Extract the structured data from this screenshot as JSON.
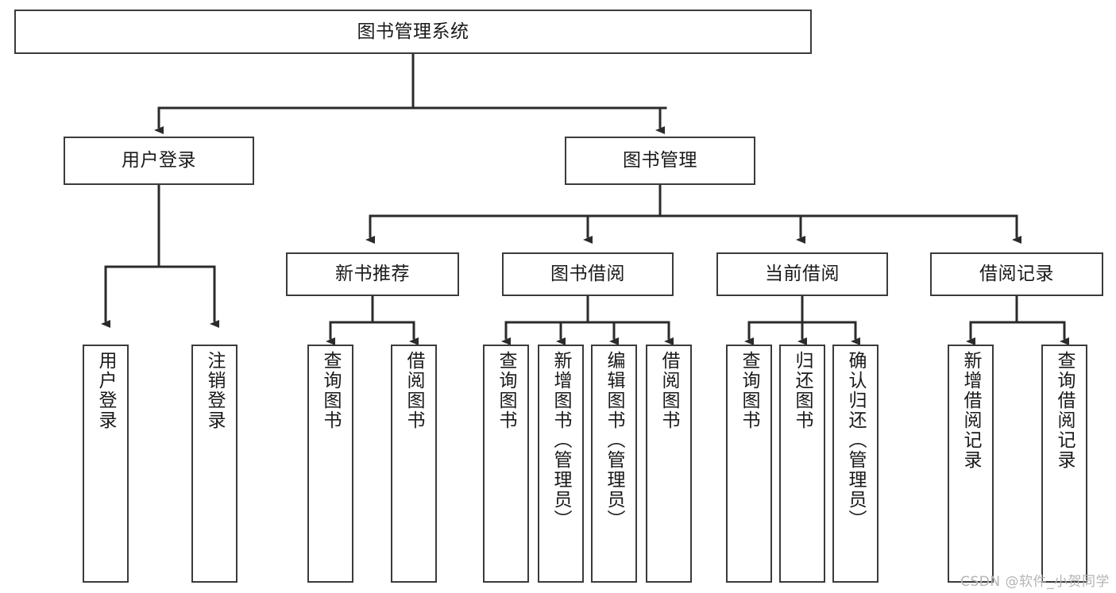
{
  "diagram": {
    "title": "图书管理系统",
    "type": "tree-hierarchy",
    "watermark": "CSDN @软件_小贺同学",
    "colors": {
      "node_border": "#3b3b3b",
      "node_fill": "#ffffff",
      "edge": "#2b2b2b",
      "text": "#1a1a1a",
      "watermark": "#b4b4b4",
      "background": "#ffffff"
    },
    "root": {
      "id": "root",
      "label": "图书管理系统"
    },
    "level2": [
      {
        "id": "user-login",
        "label": "用户登录"
      },
      {
        "id": "book-manage",
        "label": "图书管理"
      }
    ],
    "level3": [
      {
        "id": "new-book-recommend",
        "label": "新书推荐",
        "parent": "book-manage"
      },
      {
        "id": "book-borrow",
        "label": "图书借阅",
        "parent": "book-manage"
      },
      {
        "id": "current-borrow",
        "label": "当前借阅",
        "parent": "book-manage"
      },
      {
        "id": "borrow-record",
        "label": "借阅记录",
        "parent": "book-manage"
      }
    ],
    "leaves": [
      {
        "id": "leaf-user-login",
        "label": "用户登录",
        "parent": "user-login"
      },
      {
        "id": "leaf-user-logout",
        "label": "注销登录",
        "parent": "user-login"
      },
      {
        "id": "leaf-query-book-rec",
        "label": "查询图书",
        "parent": "new-book-recommend"
      },
      {
        "id": "leaf-borrow-book-rec",
        "label": "借阅图书",
        "parent": "new-book-recommend"
      },
      {
        "id": "leaf-query-book-borrow",
        "label": "查询图书",
        "parent": "book-borrow"
      },
      {
        "id": "leaf-add-book-admin",
        "label": "新增图书（管理员）",
        "parent": "book-borrow"
      },
      {
        "id": "leaf-edit-book-admin",
        "label": "编辑图书（管理员）",
        "parent": "book-borrow"
      },
      {
        "id": "leaf-borrow-book",
        "label": "借阅图书",
        "parent": "book-borrow"
      },
      {
        "id": "leaf-query-book-current",
        "label": "查询图书",
        "parent": "current-borrow"
      },
      {
        "id": "leaf-return-book",
        "label": "归还图书",
        "parent": "current-borrow"
      },
      {
        "id": "leaf-confirm-return-admin",
        "label": "确认归还（管理员）",
        "parent": "current-borrow"
      },
      {
        "id": "leaf-add-borrow-record",
        "label": "新增借阅记录",
        "parent": "borrow-record"
      },
      {
        "id": "leaf-query-borrow-record",
        "label": "查询借阅记录",
        "parent": "borrow-record"
      }
    ]
  }
}
